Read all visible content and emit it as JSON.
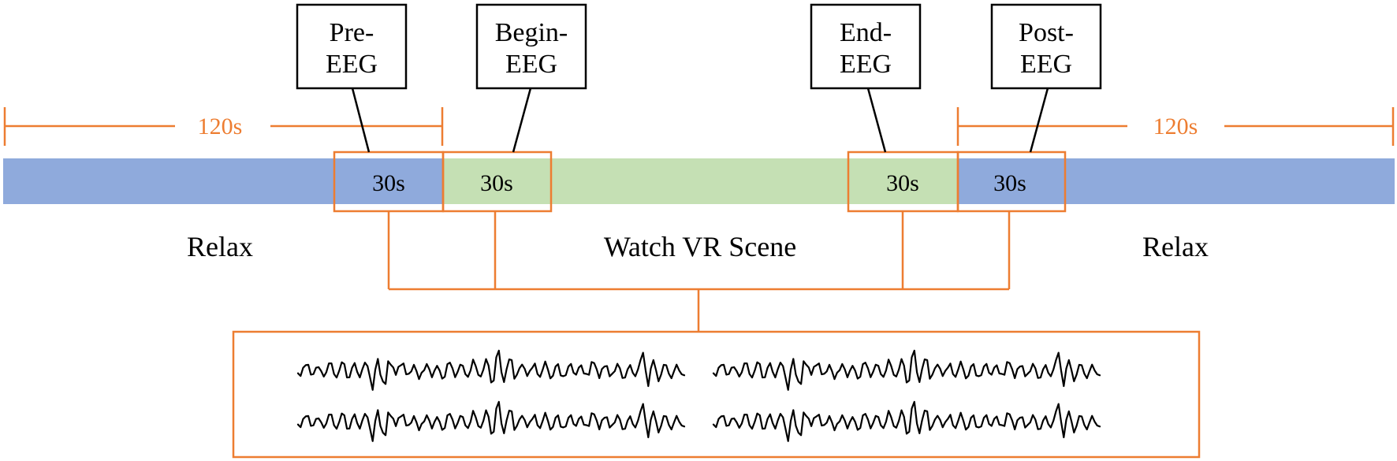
{
  "colors": {
    "accent": "#ED7D31",
    "relax_band": "#8FAADC",
    "watch_band": "#C5E0B4",
    "ink": "#000000"
  },
  "labels": {
    "pre_eeg": [
      "Pre-",
      "EEG"
    ],
    "begin_eeg": [
      "Begin-",
      "EEG"
    ],
    "end_eeg": [
      "End-",
      "EEG"
    ],
    "post_eeg": [
      "Post-",
      "EEG"
    ],
    "duration_left": "120s",
    "duration_right": "120s",
    "seg_pre": "30s",
    "seg_begin": "30s",
    "seg_end": "30s",
    "seg_post": "30s",
    "phase_relax_left": "Relax",
    "phase_watch": "Watch VR Scene",
    "phase_relax_right": "Relax"
  },
  "icons": [
    "eeg-waveform-icon"
  ]
}
